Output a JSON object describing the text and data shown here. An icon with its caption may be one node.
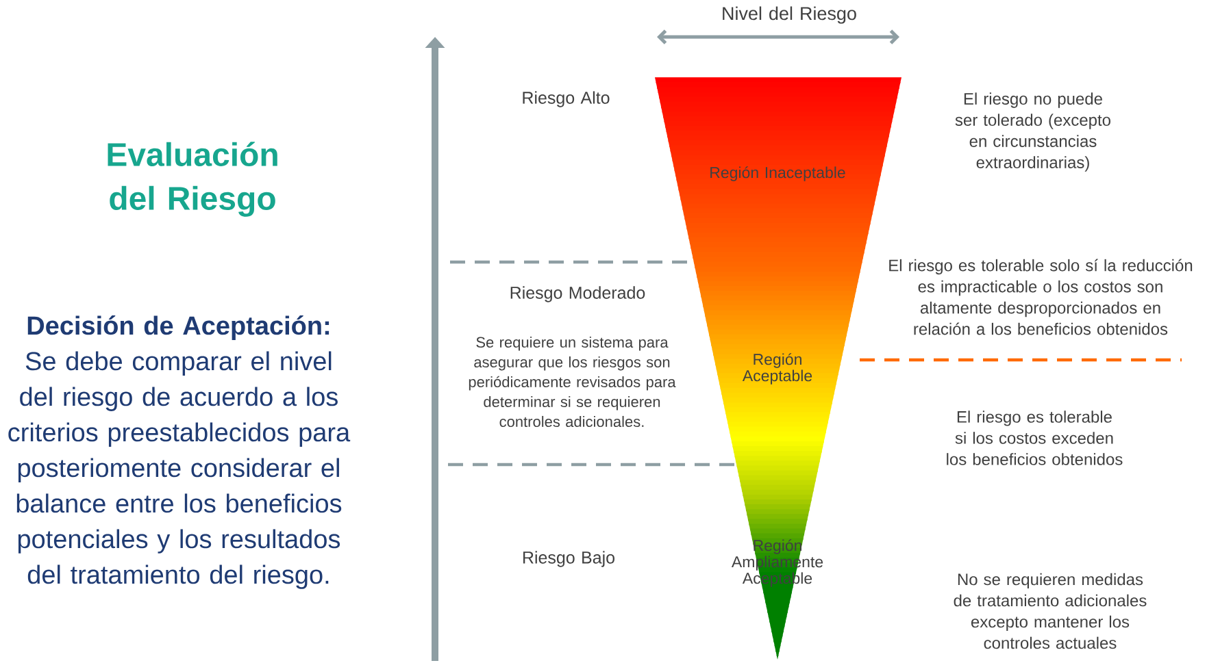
{
  "diagram": {
    "title": "Evaluación del Riesgo",
    "nodes": [
      {
        "text": [
          "Región Inaceptable",
          "Región Aceptable",
          "Región Ampliamente Aceptable"
        ]
      }
    ],
    "labels": [
      "**Decisión de Aceptación:** Se debe comparar el nivel del riesgo de acuerdo a los criterios preestablecidos para posteriomente considerar el balance entre los beneficios potenciales y los resultados del tratamiento del riesgo.",
      "Nivel del Riesgo",
      "Riesgo Alto",
      "El riesgo no puede ser tolerado (excepto en circunstancias extraordinarias)",
      "El riesgo es tolerable solo sí la reducción es impracticable o los costos son altamente desproporcionados en relación a los beneficios obtenidos",
      "Riesgo Moderado",
      "Se requiere un sistema para asegurar que los riesgos son periódicamente revisados para determinar si se requieren controles adicionales.",
      "El riesgo es tolerable si los costos exceden los beneficios obtenidos",
      "Riesgo Bajo",
      "No se requieren medidas de tratamiento adicionales excepto mantener los controles actuales"
    ]
  }
}
